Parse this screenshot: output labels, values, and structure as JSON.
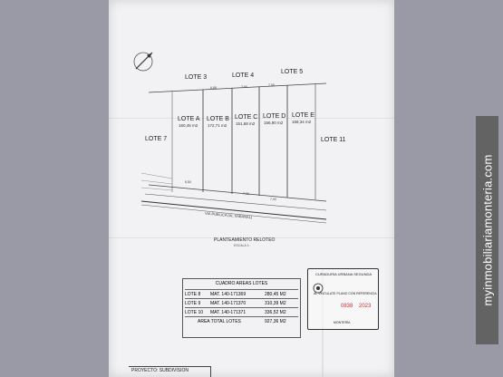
{
  "plan": {
    "lotes_top": [
      "LOTE 3",
      "LOTE 4",
      "LOTE 5"
    ],
    "lotes": [
      {
        "name": "LOTE A",
        "area": "160,45 m2"
      },
      {
        "name": "LOTE B",
        "area": "172,71 m2"
      },
      {
        "name": "LOTE C",
        "area": "151,68 m2"
      },
      {
        "name": "LOTE D",
        "area": "156,90 m2"
      },
      {
        "name": "LOTE E",
        "area": "158,34 m2"
      }
    ],
    "lote_left": "LOTE 7",
    "lote_right": "LOTE 11",
    "road_label": "VIA PUBLICA (AL SABANAL)",
    "plant_title": "PLANTEAMIENTO RELOTEO",
    "plant_scale": "ESCALA 1:",
    "dims": {
      "top_dim_1": "6,88",
      "top_dim_2": "7,66",
      "top_dim_3": "7,05",
      "bottom_dim_1": "6,50",
      "bottom_dim_2": "7,36",
      "bottom_dim_3": "7,00"
    }
  },
  "areas_table": {
    "title": "CUADRO AREAS LOTES",
    "rows": [
      {
        "lote": "LOTE 8",
        "mat": "MAT. 140-171369",
        "area": "280,45 M2"
      },
      {
        "lote": "LOTE 9",
        "mat": "MAT. 140-171370",
        "area": "310,39 M2"
      },
      {
        "lote": "LOTE 10",
        "mat": "MAT. 140-171371",
        "area": "336,52 M2"
      }
    ],
    "total_label": "AREA TOTAL LOTES",
    "total_value": "927,36 M2"
  },
  "stamp": {
    "office": "CURADURIA URBANA SEGUNDA",
    "note": "AL VINCULATE PLANO CON REFERENCIA",
    "year": "2023",
    "number": "0838",
    "footer": "MONTERÍA"
  },
  "project": {
    "label": "PROYECTO: SUBDIVISION"
  },
  "watermark": {
    "text": "myinmobiliariamonteria.com"
  },
  "colors": {
    "background": "#9a9aa6",
    "paper": "#f2f2f4",
    "watermark_bg": "#636363",
    "stamp_red": "#b23a3a"
  }
}
